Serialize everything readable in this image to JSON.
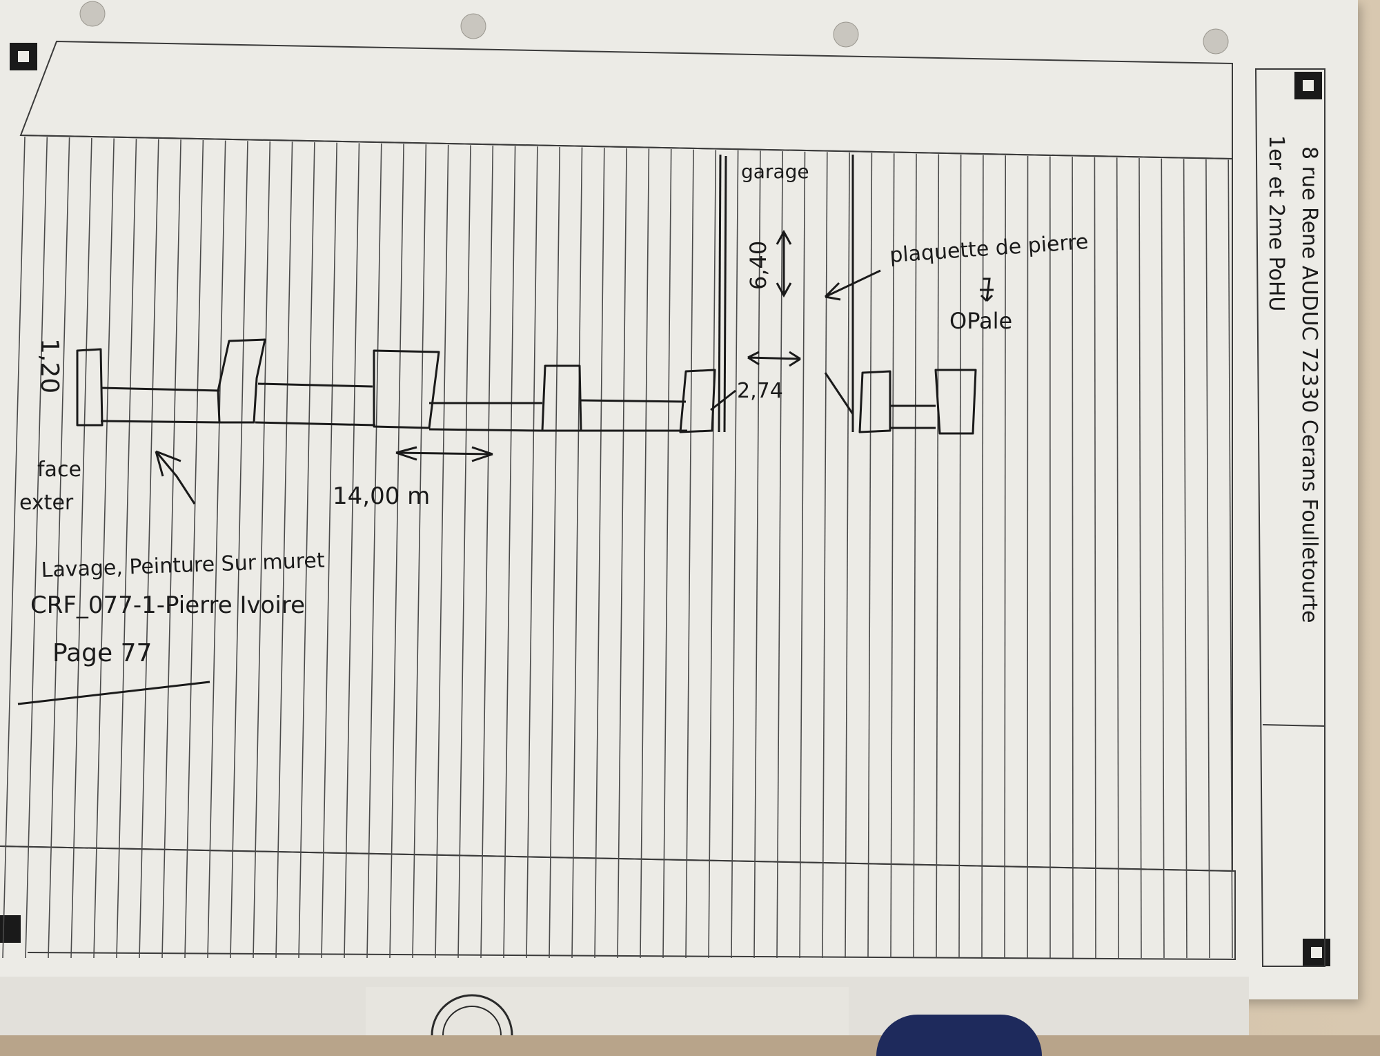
{
  "sketch": {
    "label_garage": "garage",
    "label_height_garage": "6,40",
    "label_cladding": "plaquette de pierre",
    "label_opale": "OPale",
    "label_wall_height": "1,20",
    "label_gap": "2,74",
    "label_face_line1": "face",
    "label_face_line2": "exter",
    "label_length": "14,00 m"
  },
  "notes": {
    "line1": "Lavage, Peinture Sur muret",
    "line2": "CRF_077-1-Pierre Ivoire",
    "line3": "Page 77"
  },
  "margin_note": {
    "line1": "8 rue Rene AUDUC 72330 Cerans Foulletourte",
    "line2": "1er et 2me PoHU"
  },
  "colors": {
    "paper": "#ecebe6",
    "grid_line": "#3a3a3a",
    "ink": "#1a1a1a"
  }
}
